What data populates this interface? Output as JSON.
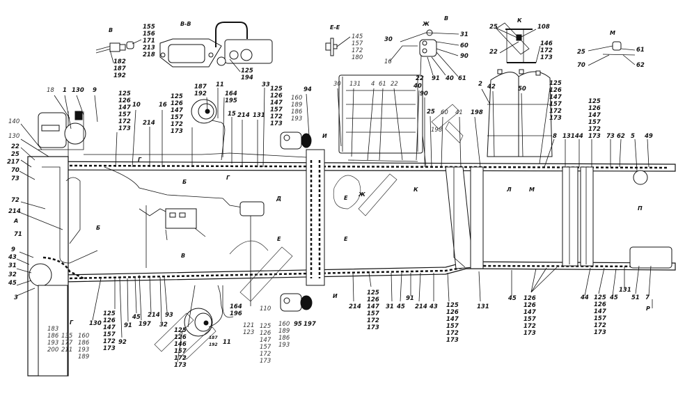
{
  "title": "Схема пневматического привода тормозов (шасси)",
  "view_labels": {
    "view_b_top": "В",
    "section_bb": "В-В",
    "section_ee": "Е-Е",
    "view_zh": "Ж",
    "view_b2": "В",
    "view_k": "К",
    "view_m": "М",
    "arrow_a": "А",
    "arrow_b1": "Б",
    "arrow_b2": "Б",
    "arrow_v": "В",
    "arrow_g1": "Г",
    "arrow_g2": "Г",
    "arrow_g3": "Г",
    "arrow_d": "Д",
    "arrow_e1": "Е",
    "arrow_e2": "Е",
    "arrow_e3": "Е",
    "arrow_zh": "Ж",
    "arrow_k": "К",
    "arrow_l": "Л",
    "arrow_m": "М",
    "arrow_p": "П",
    "arrow_r": "Р",
    "arrow_i1": "И",
    "arrow_i2": "И"
  },
  "stacks": {
    "b_fitting": [
      "155",
      "156",
      "171",
      "213",
      "218"
    ],
    "b_pipe": [
      "182",
      "187",
      "192"
    ],
    "bb_valve": [
      "125",
      "194"
    ],
    "ee": [
      "145",
      "157",
      "172",
      "180"
    ],
    "k_right": [
      "146",
      "172",
      "173"
    ],
    "top_c1": [
      "125",
      "126",
      "147",
      "157",
      "172",
      "173"
    ],
    "top_c2": [
      "125",
      "126",
      "147",
      "157",
      "172",
      "173"
    ],
    "chamber_top": [
      "187",
      "192"
    ],
    "hose_top": [
      "164",
      "195"
    ],
    "top_c3": [
      "125",
      "126",
      "147",
      "157",
      "172",
      "173"
    ],
    "comp_top": [
      "160",
      "189",
      "186",
      "193"
    ],
    "tank_right": [
      "125",
      "126",
      "147",
      "157",
      "172",
      "173"
    ],
    "rear_top": [
      "125",
      "126",
      "147",
      "157",
      "172",
      "173"
    ],
    "bl_1": [
      "183",
      "186",
      "193",
      "200"
    ],
    "bl_2": [
      "135",
      "177",
      "211"
    ],
    "bl_3": [
      "160",
      "186",
      "193",
      "189"
    ],
    "bl_c1": [
      "125",
      "126",
      "147",
      "157",
      "172",
      "173"
    ],
    "chamber_bot": [
      "125",
      "126",
      "146",
      "157",
      "172",
      "173"
    ],
    "hose_bot": [
      "164",
      "196"
    ],
    "chamber_bot_pipe": [
      "187",
      "192"
    ],
    "bm_121": [
      "121",
      "123"
    ],
    "bm_c2": [
      "125",
      "126",
      "147",
      "157",
      "172",
      "173"
    ],
    "comp_bot": [
      "160",
      "189",
      "186",
      "193"
    ],
    "br_c1": [
      "125",
      "126",
      "147",
      "157",
      "172",
      "173"
    ],
    "br_c2": [
      "125",
      "126",
      "147",
      "157",
      "172",
      "173"
    ],
    "br_c3": [
      "126",
      "126",
      "147",
      "157",
      "172",
      "173"
    ],
    "br_c4": [
      "125",
      "126",
      "147",
      "157",
      "172",
      "173"
    ]
  },
  "labels": {
    "l30a": "30",
    "l31a": "31",
    "l60a": "60",
    "l90a": "90",
    "l16a": "16",
    "l22a": "22",
    "l91a": "91",
    "l40a": "40",
    "l61a": "61",
    "l25k": "25",
    "l108": "108",
    "l22k": "22",
    "l25m": "25",
    "l61m": "61",
    "l70m": "70",
    "l62m": "62",
    "l18": "18",
    "l1": "1",
    "l130a": "130",
    "l9a": "9",
    "l10": "10",
    "l16b": "16",
    "l214a": "214",
    "l11a": "11",
    "l15": "15",
    "l214b": "214",
    "l131a": "131",
    "l33": "33",
    "l94": "94",
    "l30b": "30",
    "l131b": "131",
    "l4": "4",
    "l61b": "61",
    "l22b": "22",
    "l40b": "40",
    "l90b": "90",
    "l25b": "25",
    "l60b": "60",
    "l41": "41",
    "l198a": "198",
    "l198b": "198",
    "l2": "2",
    "l42": "42",
    "l50": "50",
    "l8": "8",
    "l131c": "131",
    "l44a": "44",
    "l73a": "73",
    "l62a": "62",
    "l5": "5",
    "l49": "49",
    "l140": "140",
    "l130b": "130",
    "l22c": "22",
    "l25c": "25",
    "l217": "217",
    "l70": "70",
    "l73b": "73",
    "l72": "72",
    "l214c": "214",
    "l71": "71",
    "l9b": "9",
    "l43a": "43",
    "l31b": "31",
    "l32a": "32",
    "l45a": "45",
    "l3": "3",
    "l130c": "130",
    "l92": "92",
    "l91b": "91",
    "l45b": "45",
    "l197a": "197",
    "l214d": "214",
    "l93": "93",
    "l32b": "32",
    "l11b": "11",
    "l110": "110",
    "l95": "95",
    "l197b": "197",
    "l214e": "214",
    "l31c": "31",
    "l45c": "45",
    "l91c": "91",
    "l214f": "214",
    "l43b": "43",
    "l131d": "131",
    "l45d": "45",
    "l44b": "44",
    "l45e": "45",
    "l131e": "131",
    "l51": "51",
    "l7": "7"
  }
}
